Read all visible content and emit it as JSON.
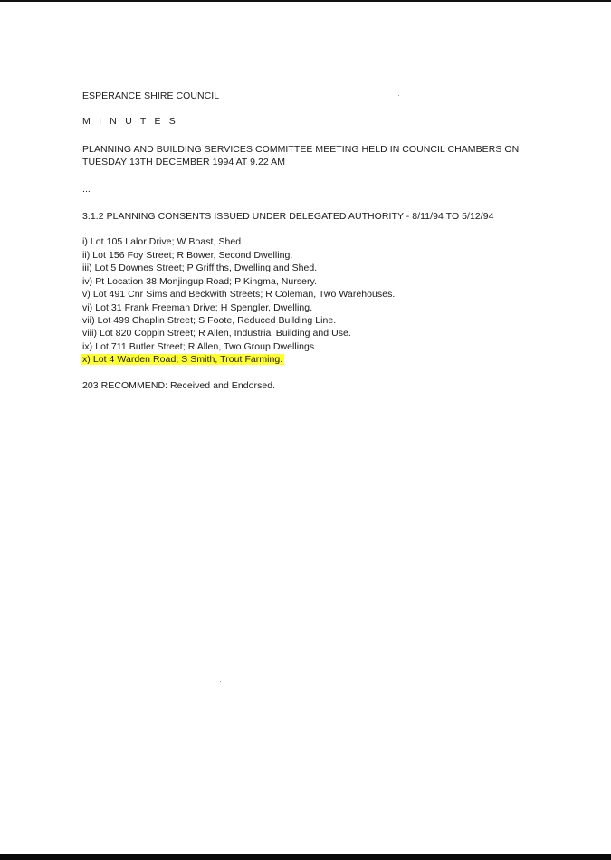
{
  "document": {
    "council": "ESPERANCE SHIRE COUNCIL",
    "doc_type": "M I N U T E S",
    "meeting_line1": "PLANNING AND BUILDING SERVICES COMMITTEE MEETING HELD IN COUNCIL CHAMBERS ON",
    "meeting_line2": "TUESDAY  13TH DECEMBER 1994  AT 9.22 AM",
    "ellipsis": "...",
    "section_heading": "3.1.2     PLANNING CONSENTS ISSUED UNDER DELEGATED AUTHORITY - 8/11/94 TO 5/12/94",
    "items": [
      "i)  Lot 105 Lalor Drive; W Boast, Shed.",
      "ii)  Lot 156 Foy Street; R Bower, Second Dwelling.",
      "iii)  Lot 5 Downes Street; P Griffiths, Dwelling and Shed.",
      "iv)  Pt Location 38 Monjingup Road; P Kingma, Nursery.",
      "v)   Lot 491 Cnr Sims and Beckwith Streets; R Coleman, Two Warehouses.",
      "vi)  Lot 31 Frank Freeman Drive; H Spengler, Dwelling.",
      "vii)  Lot 499 Chaplin Street; S Foote, Reduced Building Line.",
      "viii)      Lot 820 Coppin Street; R Allen, Industrial Building and Use.",
      "ix)  Lot 711 Butler Street; R Allen, Two Group Dwellings.",
      "x)   Lot 4 Warden Road; S Smith, Trout Farming."
    ],
    "highlight_color": "#ffff33",
    "recommendation": "203  RECOMMEND:  Received and Endorsed."
  }
}
